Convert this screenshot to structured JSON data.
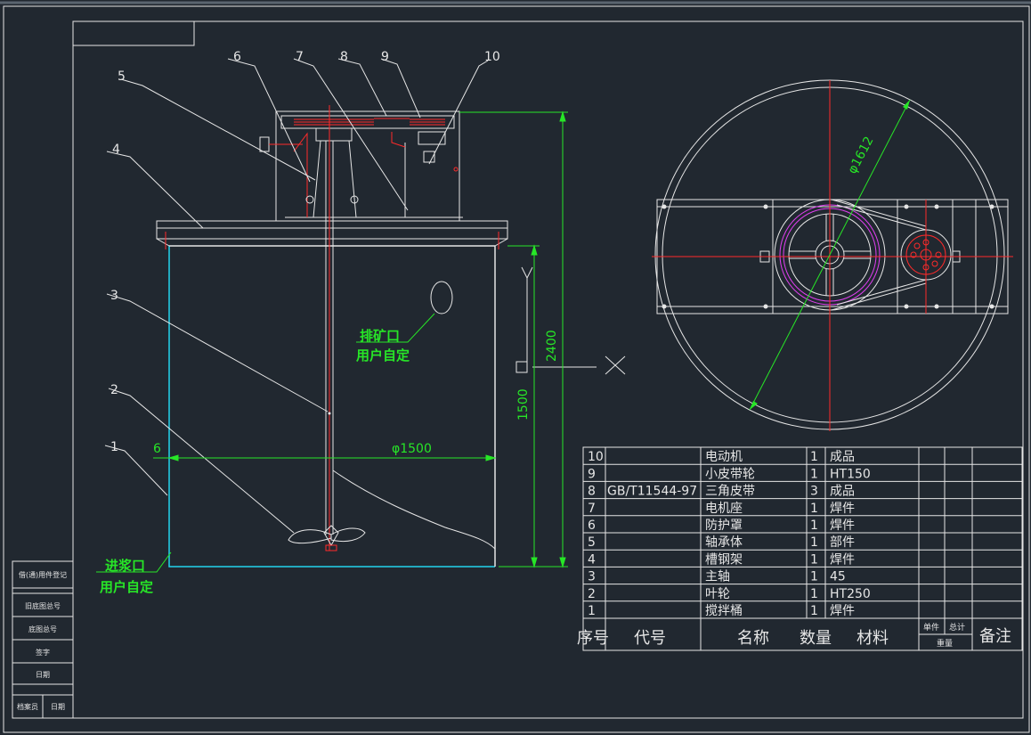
{
  "colors": {
    "background": "#212830",
    "line": "#e6e6e6",
    "red": "#ff2a2a",
    "green": "#27e627",
    "cyan": "#22d4ee",
    "magenta": "#e040f0",
    "yellow": "#f2f23a"
  },
  "balloons": [
    "1",
    "2",
    "3",
    "4",
    "5",
    "6",
    "7",
    "8",
    "9",
    "10"
  ],
  "dimensions": {
    "tank_diameter": "φ1500",
    "tank_diameter_prefix": "6",
    "total_height": "2400",
    "liquid_height": "1500",
    "outer_diameter": "φ1612"
  },
  "notes": {
    "discharge_title": "排矿口",
    "discharge_sub": "用户自定",
    "feed_title": "进浆口",
    "feed_sub": "用户自定"
  },
  "bom": {
    "rows": [
      {
        "no": "10",
        "code": "",
        "name": "电动机",
        "qty": "1",
        "material": "成品"
      },
      {
        "no": "9",
        "code": "",
        "name": "小皮带轮",
        "qty": "1",
        "material": "HT150"
      },
      {
        "no": "8",
        "code": "GB/T11544-97",
        "name": "三角皮带",
        "qty": "3",
        "material": "成品"
      },
      {
        "no": "7",
        "code": "",
        "name": "电机座",
        "qty": "1",
        "material": "焊件"
      },
      {
        "no": "6",
        "code": "",
        "name": "防护罩",
        "qty": "1",
        "material": "焊件"
      },
      {
        "no": "5",
        "code": "",
        "name": "轴承体",
        "qty": "1",
        "material": "部件"
      },
      {
        "no": "4",
        "code": "",
        "name": "槽钢架",
        "qty": "1",
        "material": "焊件"
      },
      {
        "no": "3",
        "code": "",
        "name": "主轴",
        "qty": "1",
        "material": "45"
      },
      {
        "no": "2",
        "code": "",
        "name": "叶轮",
        "qty": "1",
        "material": "HT250"
      },
      {
        "no": "1",
        "code": "",
        "name": "搅拌桶",
        "qty": "1",
        "material": "焊件"
      }
    ],
    "header": {
      "no": "序号",
      "code": "代号",
      "name": "名称",
      "qty": "数量",
      "material": "材料",
      "unit": "单件",
      "total": "总计",
      "weight": "重量",
      "remark": "备注"
    }
  },
  "side_table": [
    "借(通)用件登记",
    "旧底图总号",
    "底图总号",
    "签字",
    "日期",
    "档案员",
    "日期"
  ]
}
